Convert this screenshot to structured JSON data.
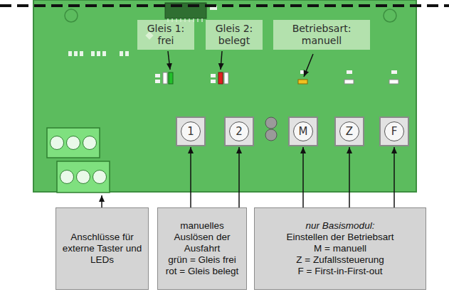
{
  "diagram": {
    "nodes": [
      {
        "text": [
          "Gleis 1: frei"
        ]
      },
      {
        "text": [
          "Gleis 2: belegt"
        ]
      },
      {
        "text": [
          "Betriebsart: manuell"
        ]
      },
      {
        "text": [
          "1"
        ]
      },
      {
        "text": [
          "2"
        ]
      },
      {
        "text": [
          "M"
        ]
      },
      {
        "text": [
          "Z"
        ]
      },
      {
        "text": [
          "F"
        ]
      },
      {
        "text": [
          "Anschlüsse für externe Taster und LEDs"
        ]
      },
      {
        "text": [
          "manuelles Auslösen der Ausfahrt",
          "grün = Gleis frei",
          "rot = Gleis belegt"
        ]
      },
      {
        "text": [
          "nur Basismodul:",
          "Einstellen der Betriebsart",
          "M = manuell",
          "Z = Zufallssteuerung",
          "F = First-in-First-out"
        ]
      }
    ],
    "edges": [
      {
        "from": 9,
        "to": 3,
        "arrow": "to"
      },
      {
        "from": 9,
        "to": 4,
        "arrow": "to"
      },
      {
        "from": 10,
        "to": 5,
        "arrow": "to"
      },
      {
        "from": 10,
        "to": 6,
        "arrow": "to"
      },
      {
        "from": 10,
        "to": 7,
        "arrow": "to"
      }
    ]
  }
}
